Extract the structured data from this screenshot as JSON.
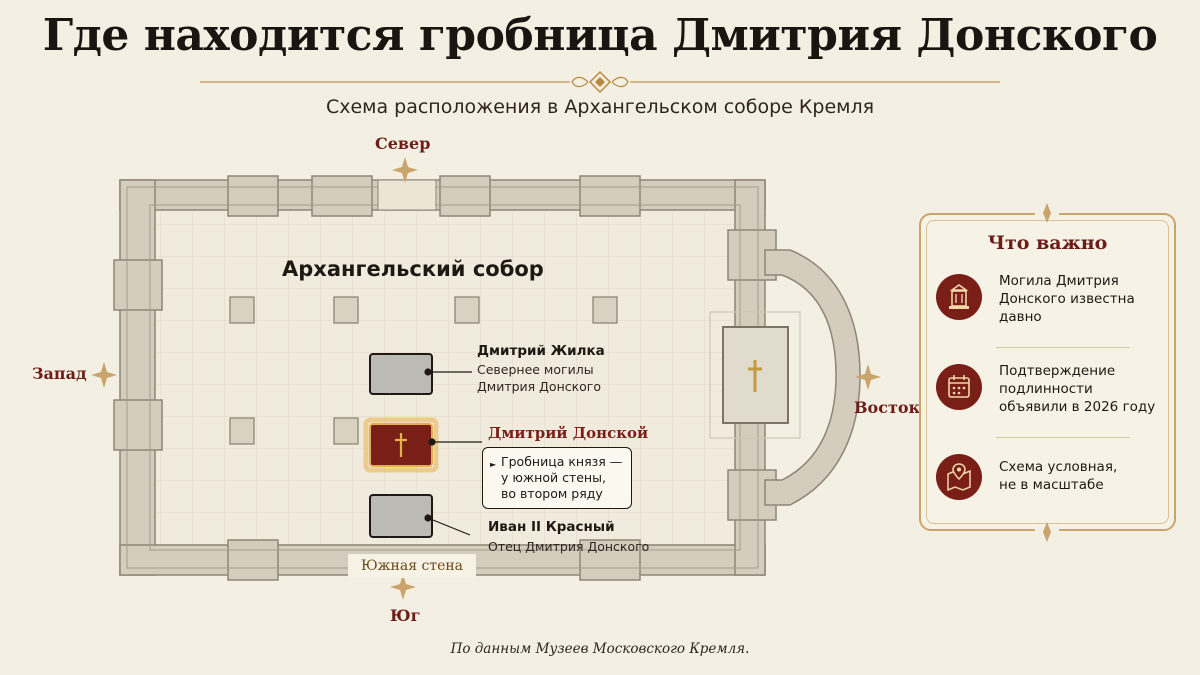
{
  "header": {
    "title": "Где находится гробница Дмитрия Донского",
    "subtitle": "Схема расположения в Архангельском соборе Кремля"
  },
  "compass": {
    "north": "Север",
    "south": "Юг",
    "west": "Запад",
    "east": "Восток"
  },
  "plan": {
    "title": "Архангельский собор",
    "south_wall_label": "Южная стена",
    "tombs": [
      {
        "name": "Дмитрий Жилка",
        "note": "Севернее могилы Дмитрия Донского",
        "note_lines": [
          "Севернее могилы",
          "Дмитрия Донского"
        ]
      },
      {
        "name": "Дмитрий Донской",
        "note": "Гробница князя — у южной стены, во втором ряду",
        "note_lines": [
          "Гробница князя —",
          "у южной стены,",
          "во втором ряду"
        ],
        "highlighted": true
      },
      {
        "name": "Иван II Красный",
        "note": "Отец Дмитрия Донского"
      }
    ]
  },
  "panel": {
    "title": "Что важно",
    "items": [
      {
        "icon": "monument-icon",
        "lines": [
          "Могила Дмитрия",
          "Донского известна",
          "давно"
        ]
      },
      {
        "icon": "calendar-icon",
        "lines": [
          "Подтверждение",
          "подлинности",
          "объявили в 2026 году"
        ]
      },
      {
        "icon": "map-pin-icon",
        "lines": [
          "Схема условная,",
          "не в масштабе"
        ]
      }
    ]
  },
  "footer": {
    "source": "По данным Музеев Московского Кремля."
  },
  "colors": {
    "background": "#f4efe3",
    "accent_red": "#7a1f17",
    "gold": "#c9a46d",
    "wall": "#d4cdbd"
  }
}
